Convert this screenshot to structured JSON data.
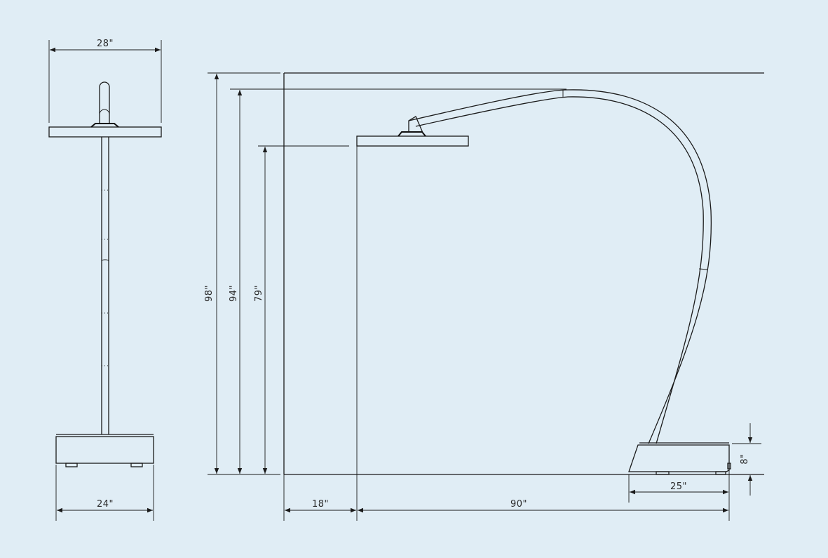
{
  "colors": {
    "background": "#e0edf5",
    "line": "#1a1a1a"
  },
  "dimensions": {
    "front_width": "28\"",
    "base_width": "24\"",
    "overall_height": "98\"",
    "arc_height": "94\"",
    "shade_height": "79\"",
    "wall_offset": "18\"",
    "reach": "90\"",
    "base_depth": "25\"",
    "base_height": "8\""
  }
}
